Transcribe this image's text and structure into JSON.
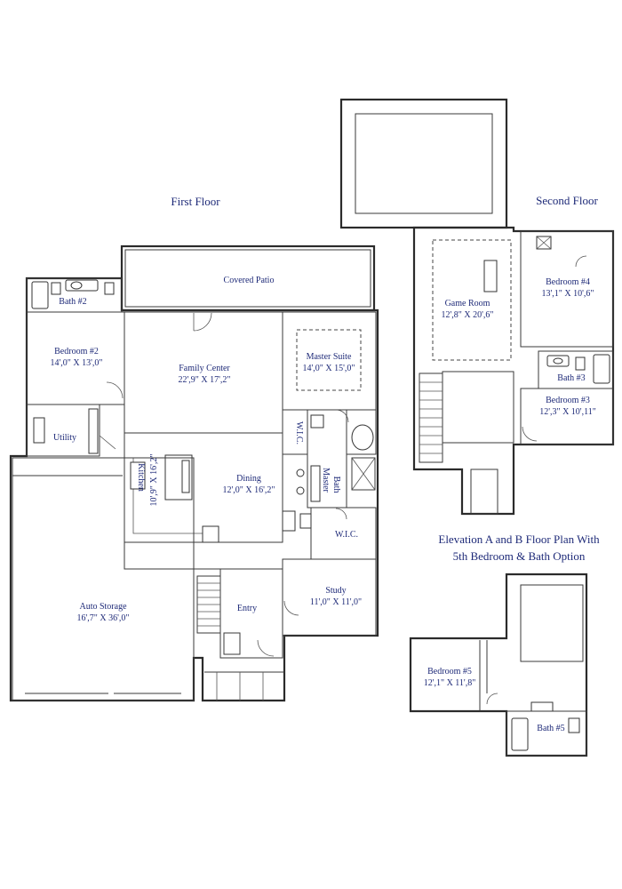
{
  "titles": {
    "first_floor": "First Floor",
    "second_floor": "Second Floor",
    "option_line1": "Elevation A and B Floor Plan With",
    "option_line2": "5th Bedroom & Bath Option"
  },
  "rooms": {
    "covered_patio": {
      "name": "Covered Patio"
    },
    "bath2": {
      "name": "Bath #2"
    },
    "bedroom2": {
      "name": "Bedroom #2",
      "size": "14',0\" X 13',0\""
    },
    "family_center": {
      "name": "Family Center",
      "size": "22',9\" X 17',2\""
    },
    "master_suite": {
      "name": "Master Suite",
      "size": "14',0\" X 15',0\""
    },
    "utility": {
      "name": "Utility"
    },
    "wic1": {
      "name": "W.I.C."
    },
    "master_bath": {
      "name": "Master Bath"
    },
    "kitchen": {
      "name": "Kitchen",
      "size": "10',9\" X 16',2\""
    },
    "dining": {
      "name": "Dining",
      "size": "12',0\" X 16',2\""
    },
    "wic2": {
      "name": "W.I.C."
    },
    "study": {
      "name": "Study",
      "size": "11',0\" X 11',0\""
    },
    "entry": {
      "name": "Entry"
    },
    "auto_storage": {
      "name": "Auto Storage",
      "size": "16',7\" X 36',0\""
    },
    "game_room": {
      "name": "Game Room",
      "size": "12',8\" X 20',6\""
    },
    "bedroom4": {
      "name": "Bedroom #4",
      "size": "13',1\" X 10',6\""
    },
    "bath3": {
      "name": "Bath #3"
    },
    "bedroom3": {
      "name": "Bedroom #3",
      "size": "12',3\" X 10',11\""
    },
    "bedroom5": {
      "name": "Bedroom #5",
      "size": "12',1\" X 11',8\""
    },
    "bath5": {
      "name": "Bath #5"
    }
  }
}
